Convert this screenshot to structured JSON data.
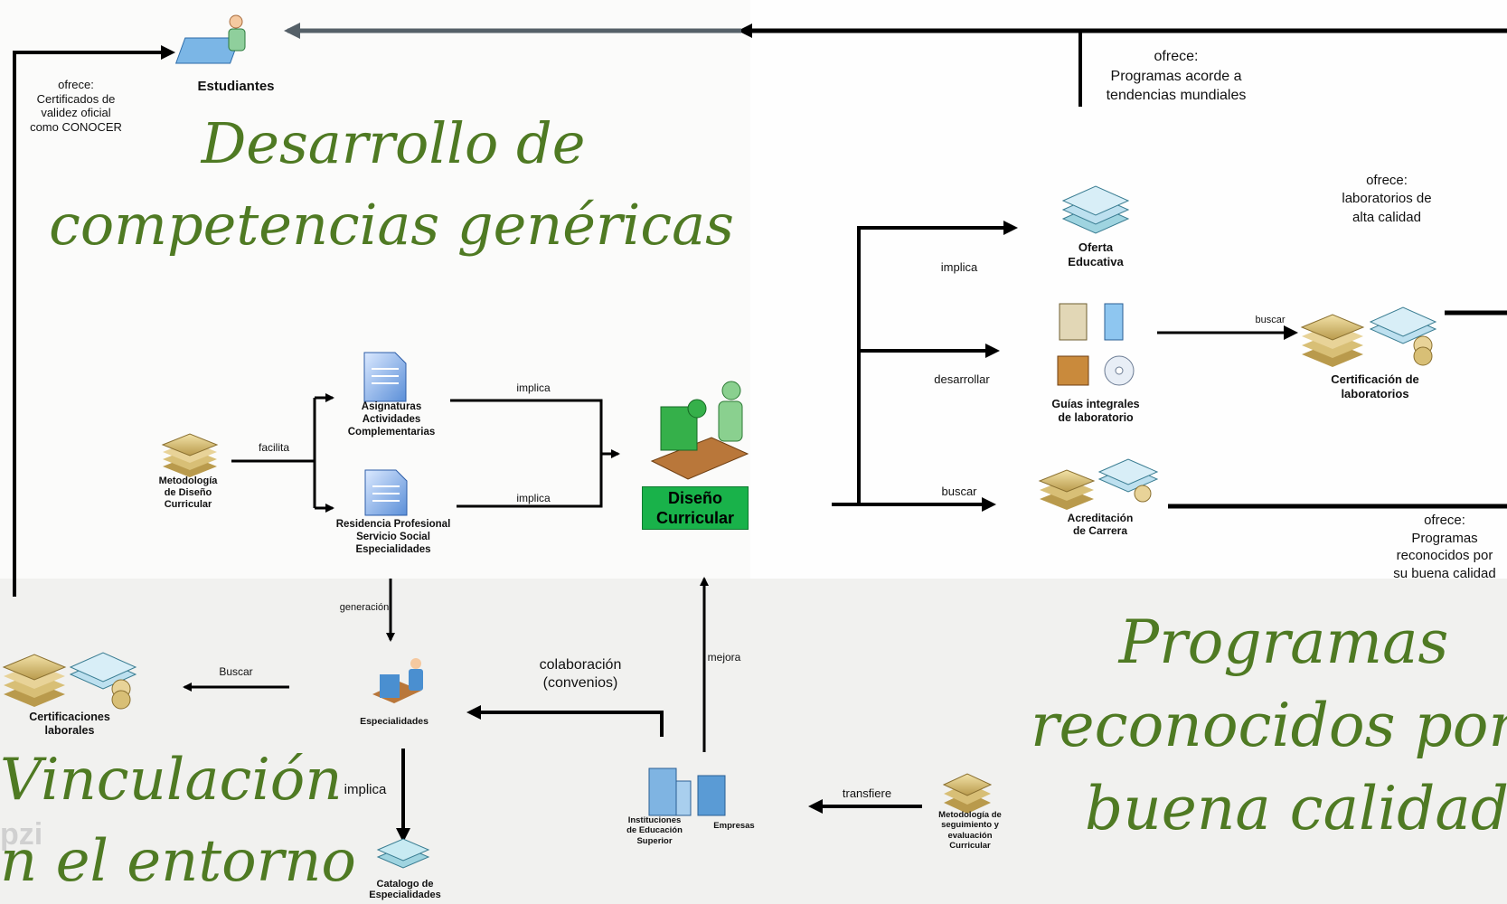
{
  "titles": {
    "desarrollo_line1": "Desarrollo de",
    "desarrollo_line2": "competencias genéricas",
    "programas_line1": "Programas",
    "programas_line2": "reconocidos por",
    "programas_line3": "buena calidad",
    "vinculacion_line1": "Vinculación",
    "vinculacion_line2": "n el entorno"
  },
  "nodes": {
    "estudiantes": "Estudiantes",
    "metodologia_line1": "Metodología",
    "metodologia_line2": "de Diseño",
    "metodologia_line3": "Curricular",
    "asignaturas_line1": "Asignaturas",
    "asignaturas_line2": "Actividades",
    "asignaturas_line3": "Complementarias",
    "residencia_line1": "Residencia Profesional",
    "residencia_line2": "Servicio Social",
    "residencia_line3": "Especialidades",
    "diseno_line1": "Diseño",
    "diseno_line2": "Curricular",
    "especialidades": "Especialidades",
    "catalogo_line1": "Catalogo de",
    "catalogo_line2": "Especialidades",
    "certificaciones_line1": "Certificaciones",
    "certificaciones_line2": "laborales",
    "instituciones_line1": "Instituciones",
    "instituciones_line2": "de Educación",
    "instituciones_line3": "Superior",
    "empresas": "Empresas",
    "metodologia_seg_line1": "Metodología de",
    "metodologia_seg_line2": "seguimiento y",
    "metodologia_seg_line3": "evaluación",
    "metodologia_seg_line4": "Curricular",
    "oferta_line1": "Oferta",
    "oferta_line2": "Educativa",
    "guias_line1": "Guías integrales",
    "guias_line2": "de laboratorio",
    "cert_lab_line1": "Certificación de",
    "cert_lab_line2": "laboratorios",
    "acreditacion_line1": "Acreditación",
    "acreditacion_line2": "de Carrera"
  },
  "labels": {
    "ofrece_cert_l1": "ofrece:",
    "ofrece_cert_l2": "Certificados de",
    "ofrece_cert_l3": "validez oficial",
    "ofrece_cert_l4": "como CONOCER",
    "ofrece_prog_l1": "ofrece:",
    "ofrece_prog_l2": "Programas acorde a",
    "ofrece_prog_l3": "tendencias mundiales",
    "ofrece_lab_l1": "ofrece:",
    "ofrece_lab_l2": "laboratorios de",
    "ofrece_lab_l3": "alta calidad",
    "ofrece_rec_l1": "ofrece:",
    "ofrece_rec_l2": "Programas",
    "ofrece_rec_l3": "reconocidos por",
    "ofrece_rec_l4": "su buena calidad",
    "facilita": "facilita",
    "implica_top": "implica",
    "implica_mid": "implica",
    "generacion": "generación",
    "buscar_left": "Buscar",
    "colaboracion_l1": "colaboración",
    "colaboracion_l2": "(convenios)",
    "mejora": "mejora",
    "implica_bottom": "implica",
    "transfiere": "transfiere",
    "implica_right": "implica",
    "desarrollar": "desarrollar",
    "buscar_right": "buscar",
    "buscar_lab": "buscar"
  },
  "watermark": "pzi"
}
